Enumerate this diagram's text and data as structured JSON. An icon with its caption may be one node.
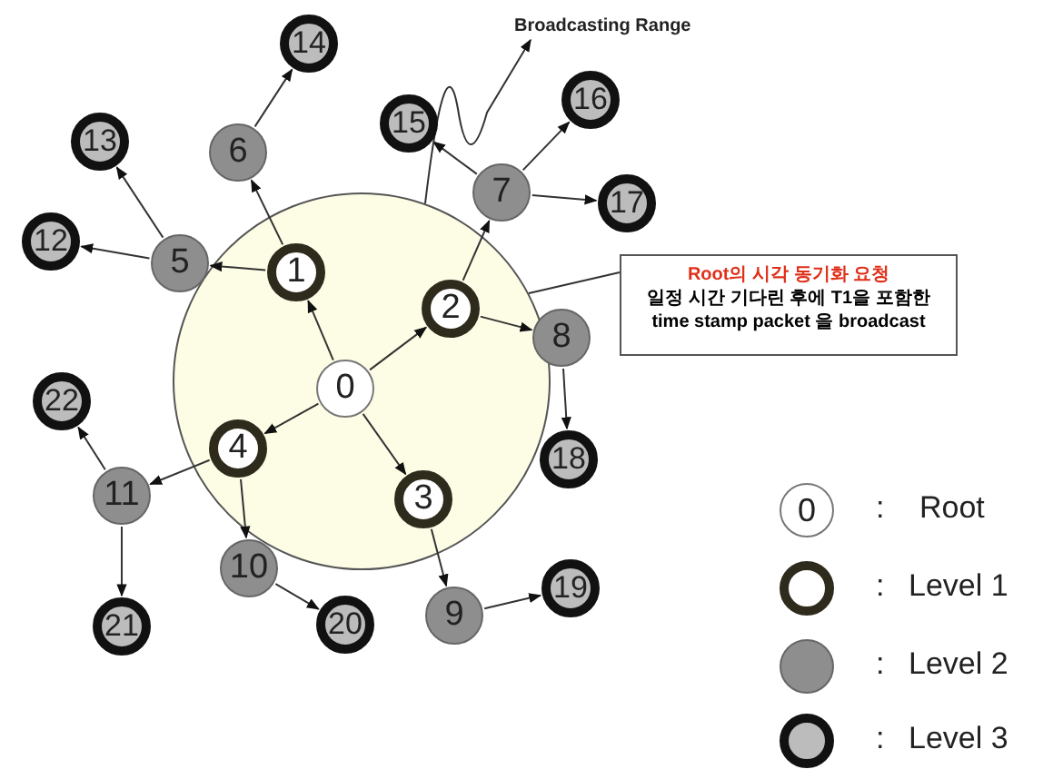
{
  "diagram": {
    "nodes": [
      {
        "text": [],
        "shape": "circle"
      },
      {
        "text": [
          "0"
        ],
        "in": 0
      },
      {
        "text": [
          "1"
        ],
        "in": 0
      },
      {
        "text": [
          "2"
        ],
        "in": 0
      },
      {
        "text": [
          "3"
        ],
        "in": 0
      },
      {
        "text": [
          "4"
        ],
        "in": 0
      },
      {
        "text": [
          "5"
        ]
      },
      {
        "text": [
          "6"
        ]
      },
      {
        "text": [
          "7"
        ]
      },
      {
        "text": [
          "8"
        ]
      },
      {
        "text": [
          "9"
        ]
      },
      {
        "text": [
          "10"
        ]
      },
      {
        "text": [
          "11"
        ]
      },
      {
        "text": [
          "12"
        ]
      },
      {
        "text": [
          "13"
        ]
      },
      {
        "text": [
          "14"
        ]
      },
      {
        "text": [
          "15"
        ]
      },
      {
        "text": [
          "16"
        ]
      },
      {
        "text": [
          "17"
        ]
      },
      {
        "text": [
          "18"
        ]
      },
      {
        "text": [
          "19"
        ]
      },
      {
        "text": [
          "20"
        ]
      },
      {
        "text": [
          "21"
        ]
      },
      {
        "text": [
          "22"
        ]
      },
      {
        "text": [
          "Root의 시각 동기화 요청",
          "일정 시간 기다린 후에 T1을 포함한 time stamp packet 을 broadcast"
        ]
      },
      {
        "text": [
          "Broadcasting Range"
        ]
      }
    ],
    "edges": [
      {
        "from": 1,
        "to": 2,
        "arrow": "to"
      },
      {
        "from": 1,
        "to": 3,
        "arrow": "to"
      },
      {
        "from": 1,
        "to": 4,
        "arrow": "to"
      },
      {
        "from": 1,
        "to": 5,
        "arrow": "to"
      },
      {
        "from": 2,
        "to": 6,
        "arrow": "to"
      },
      {
        "from": 2,
        "to": 7,
        "arrow": "to"
      },
      {
        "from": 3,
        "to": 8,
        "arrow": "to"
      },
      {
        "from": 3,
        "to": 9,
        "arrow": "to"
      },
      {
        "from": 4,
        "to": 10,
        "arrow": "to"
      },
      {
        "from": 5,
        "to": 11,
        "arrow": "to"
      },
      {
        "from": 5,
        "to": 12,
        "arrow": "to"
      },
      {
        "from": 6,
        "to": 13,
        "arrow": "to"
      },
      {
        "from": 6,
        "to": 14,
        "arrow": "to"
      },
      {
        "from": 7,
        "to": 15,
        "arrow": "to"
      },
      {
        "from": 8,
        "to": 16,
        "arrow": "to"
      },
      {
        "from": 8,
        "to": 17,
        "arrow": "to"
      },
      {
        "from": 8,
        "to": 18,
        "arrow": "to"
      },
      {
        "from": 9,
        "to": 19,
        "arrow": "to"
      },
      {
        "from": 10,
        "to": 20,
        "arrow": "to"
      },
      {
        "from": 11,
        "to": 21,
        "arrow": "to"
      },
      {
        "from": 12,
        "to": 22,
        "arrow": "to"
      },
      {
        "from": 12,
        "to": 23,
        "arrow": "to"
      },
      {
        "from": 0,
        "to": 25,
        "arrow": "to"
      },
      {
        "from": 24,
        "to": 0,
        "arrow": "none"
      }
    ],
    "labels": [
      "0",
      ":",
      ":",
      ":",
      ":"
    ],
    "legend": [
      {
        "text": "Root"
      },
      {
        "text": "Level 1"
      },
      {
        "text": "Level 2"
      },
      {
        "text": "Level 3"
      }
    ]
  }
}
